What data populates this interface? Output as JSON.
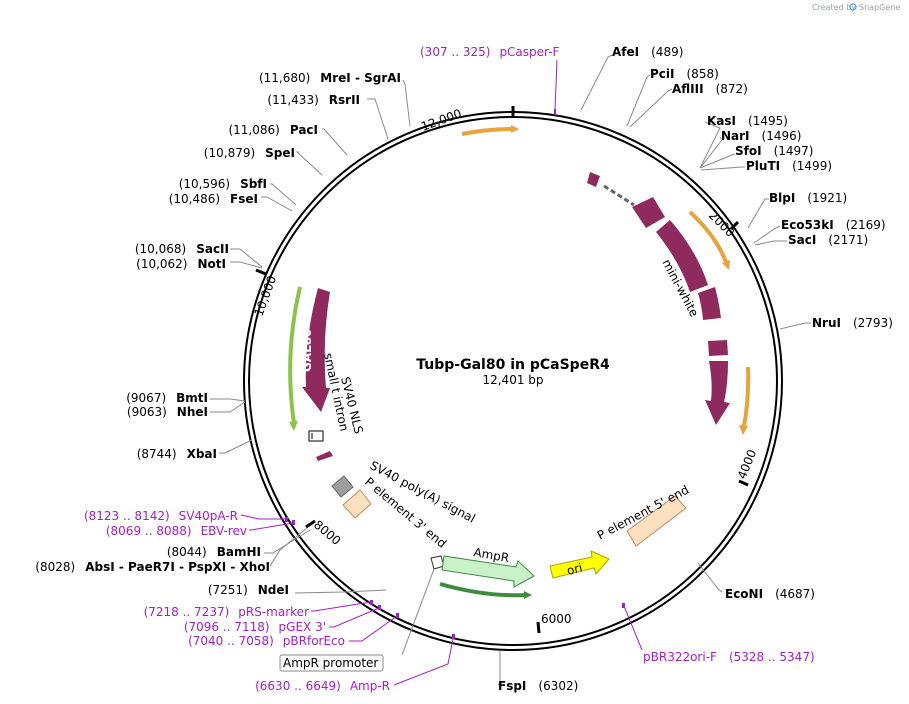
{
  "credit": {
    "prefix": "Created by",
    "brand": "SnapGene"
  },
  "plasmid": {
    "name": "Tubp-Gal80 in pCaSpeR4",
    "size_label": "12,401 bp",
    "length": 12401
  },
  "ticks": [
    "12,000",
    "2000",
    "4000",
    "6000",
    "8000",
    "10,000"
  ],
  "sites": [
    {
      "label": "AfeI",
      "pos": "(489)"
    },
    {
      "label": "PciI",
      "pos": "(858)"
    },
    {
      "label": "AflIII",
      "pos": "(872)"
    },
    {
      "label": "KasI",
      "pos": "(1495)"
    },
    {
      "label": "NarI",
      "pos": "(1496)"
    },
    {
      "label": "SfoI",
      "pos": "(1497)"
    },
    {
      "label": "PluTI",
      "pos": "(1499)"
    },
    {
      "label": "BlpI",
      "pos": "(1921)"
    },
    {
      "label": "Eco53kI",
      "pos": "(2169)"
    },
    {
      "label": "SacI",
      "pos": "(2171)"
    },
    {
      "label": "NruI",
      "pos": "(2793)"
    },
    {
      "label": "EcoNI",
      "pos": "(4687)"
    },
    {
      "label": "FspI",
      "pos": "(6302)"
    },
    {
      "label": "NdeI",
      "pos": "(7251)"
    },
    {
      "label": "AbsI - PaeR7I - PspXI - XhoI",
      "pos": "(8028)"
    },
    {
      "label": "BamHI",
      "pos": "(8044)"
    },
    {
      "label": "XbaI",
      "pos": "(8744)"
    },
    {
      "label": "NheI",
      "pos": "(9063)"
    },
    {
      "label": "BmtI",
      "pos": "(9067)"
    },
    {
      "label": "NotI",
      "pos": "(10,062)"
    },
    {
      "label": "SacII",
      "pos": "(10,068)"
    },
    {
      "label": "FseI",
      "pos": "(10,486)"
    },
    {
      "label": "SbfI",
      "pos": "(10,596)"
    },
    {
      "label": "SpeI",
      "pos": "(10,879)"
    },
    {
      "label": "PacI",
      "pos": "(11,086)"
    },
    {
      "label": "RsrII",
      "pos": "(11,433)"
    },
    {
      "label": "MreI - SgrAI",
      "pos": "(11,680)"
    }
  ],
  "primers": [
    {
      "range": "(307 .. 325)",
      "label": "pCasper-F"
    },
    {
      "range": "(5328 .. 5347)",
      "label": "pBR322ori-F"
    },
    {
      "range": "(6630 .. 6649)",
      "label": "Amp-R"
    },
    {
      "range": "(7040 .. 7058)",
      "label": "pBRforEco"
    },
    {
      "range": "(7096 .. 7118)",
      "label": "pGEX 3'"
    },
    {
      "range": "(7218 .. 7237)",
      "label": "pRS-marker"
    },
    {
      "range": "(8069 .. 8088)",
      "label": "EBV-rev"
    },
    {
      "range": "(8123 .. 8142)",
      "label": "SV40pA-R"
    }
  ],
  "features": {
    "mini_white": "mini-white",
    "gal80": "GAL80",
    "small_t_intron": "small t intron",
    "sv40_nls": "SV40 NLS",
    "sv40_polya": "SV40 poly(A) signal",
    "p_element_3": "P element 3' end",
    "p_element_5": "P element 5' end",
    "ampr": "AmpR",
    "ori": "ori",
    "ampr_promoter": "AmpR promoter"
  },
  "colors": {
    "backbone": "#000000",
    "gene": "#8e2a5e",
    "primer": "#a020c8",
    "orf": "#e8a33c",
    "orf_green": "#8bc34a",
    "p_element": "#fde0c0",
    "ampr_fill": "#c9f2c9",
    "ori_fill": "#ffff00",
    "polya": "#9e9e9e",
    "site_line": "#8a8a8a"
  }
}
